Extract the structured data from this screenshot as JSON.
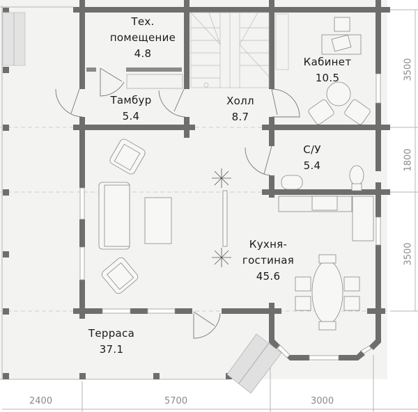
{
  "rooms": [
    {
      "name": "Тех.\nпомещение",
      "line1": "Тех.",
      "line2": "помещение",
      "area": "4.8"
    },
    {
      "name": "Тамбур",
      "area": "5.4"
    },
    {
      "name": "Холл",
      "area": "8.7"
    },
    {
      "name": "Кабинет",
      "area": "10.5"
    },
    {
      "name": "С/У",
      "area": "5.4"
    },
    {
      "name": "Кухня-",
      "name2": "гостиная",
      "area": "45.6"
    },
    {
      "name": "Терраса",
      "area": "37.1"
    }
  ],
  "dimensions": {
    "bottom": [
      "2400",
      "5700",
      "3000"
    ],
    "right": [
      "3500",
      "1800",
      "3500"
    ]
  },
  "colors": {
    "wall": "#6e6e6e",
    "floor": "#f3f4f1",
    "line": "#9a9a9a",
    "stair": "#dcdcdc"
  }
}
